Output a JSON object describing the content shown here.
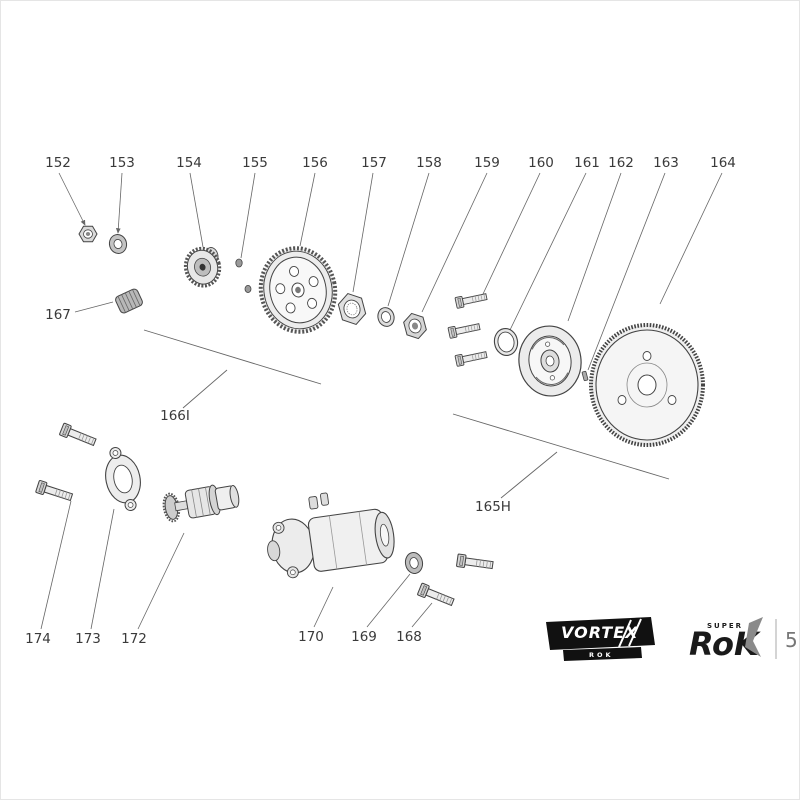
{
  "diagram": {
    "part_labels": {
      "152": "152",
      "153": "153",
      "154": "154",
      "155": "155",
      "156": "156",
      "157": "157",
      "158": "158",
      "159": "159",
      "160": "160",
      "161": "161",
      "162": "162",
      "163": "163",
      "164": "164",
      "167": "167",
      "168": "168",
      "169": "169",
      "170": "170",
      "172": "172",
      "173": "173",
      "174": "174"
    },
    "group_labels": {
      "166I": "166I",
      "165H": "165H"
    }
  },
  "footer": {
    "vortex_text": "VORTEX",
    "vortex_sub": "ROK",
    "rok_text": "RoK",
    "rok_super": "SUPER",
    "page_number": "5"
  },
  "colors": {
    "line": "#444444",
    "leader": "#666666",
    "label_text": "#3a3a3a",
    "logo_black": "#111111"
  }
}
